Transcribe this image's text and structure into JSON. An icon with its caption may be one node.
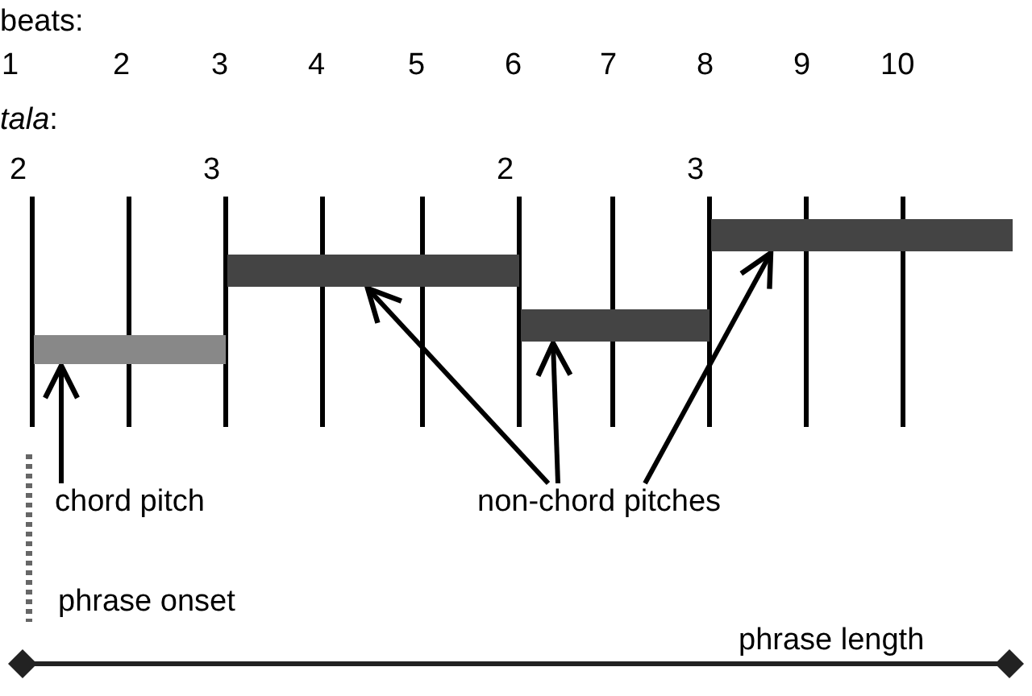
{
  "diagram": {
    "nodes": [
      {
        "text": [],
        "shape": "bar"
      },
      {
        "text": [],
        "shape": "bar"
      },
      {
        "text": [],
        "shape": "bar"
      },
      {
        "text": [],
        "shape": "bar"
      },
      {
        "text": [
          "chord pitch"
        ]
      },
      {
        "text": [
          "non-chord pitches"
        ]
      }
    ],
    "edges": [
      {
        "from": 4,
        "to": 0,
        "arrow": "to"
      },
      {
        "from": 5,
        "to": 1,
        "arrow": "to"
      },
      {
        "from": 5,
        "to": 2,
        "arrow": "to"
      },
      {
        "from": 5,
        "to": 3,
        "arrow": "to"
      }
    ],
    "labels": [
      "beats:",
      "1",
      "2",
      "3",
      "4",
      "5",
      "6",
      "7",
      "8",
      "9",
      "10",
      "*tala*:",
      "2",
      "3",
      "2",
      "3",
      "phrase onset",
      "phrase length"
    ]
  }
}
